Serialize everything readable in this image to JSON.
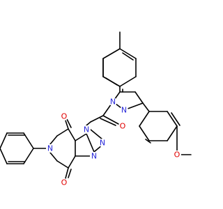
{
  "colors": {
    "carbon_bond": "#000000",
    "nitrogen": "#2626d9",
    "oxygen": "#e00000",
    "background": "#ffffff"
  },
  "atoms": {
    "n_pyrazoline_1": "N",
    "n_pyrazoline_2": "N",
    "o_methoxy": "O",
    "o_acyl": "O",
    "n_triazole_1": "N",
    "n_triazole_2": "N",
    "n_triazole_3": "N",
    "o_imide_top": "O",
    "o_imide_bottom": "O",
    "n_imide": "N"
  }
}
